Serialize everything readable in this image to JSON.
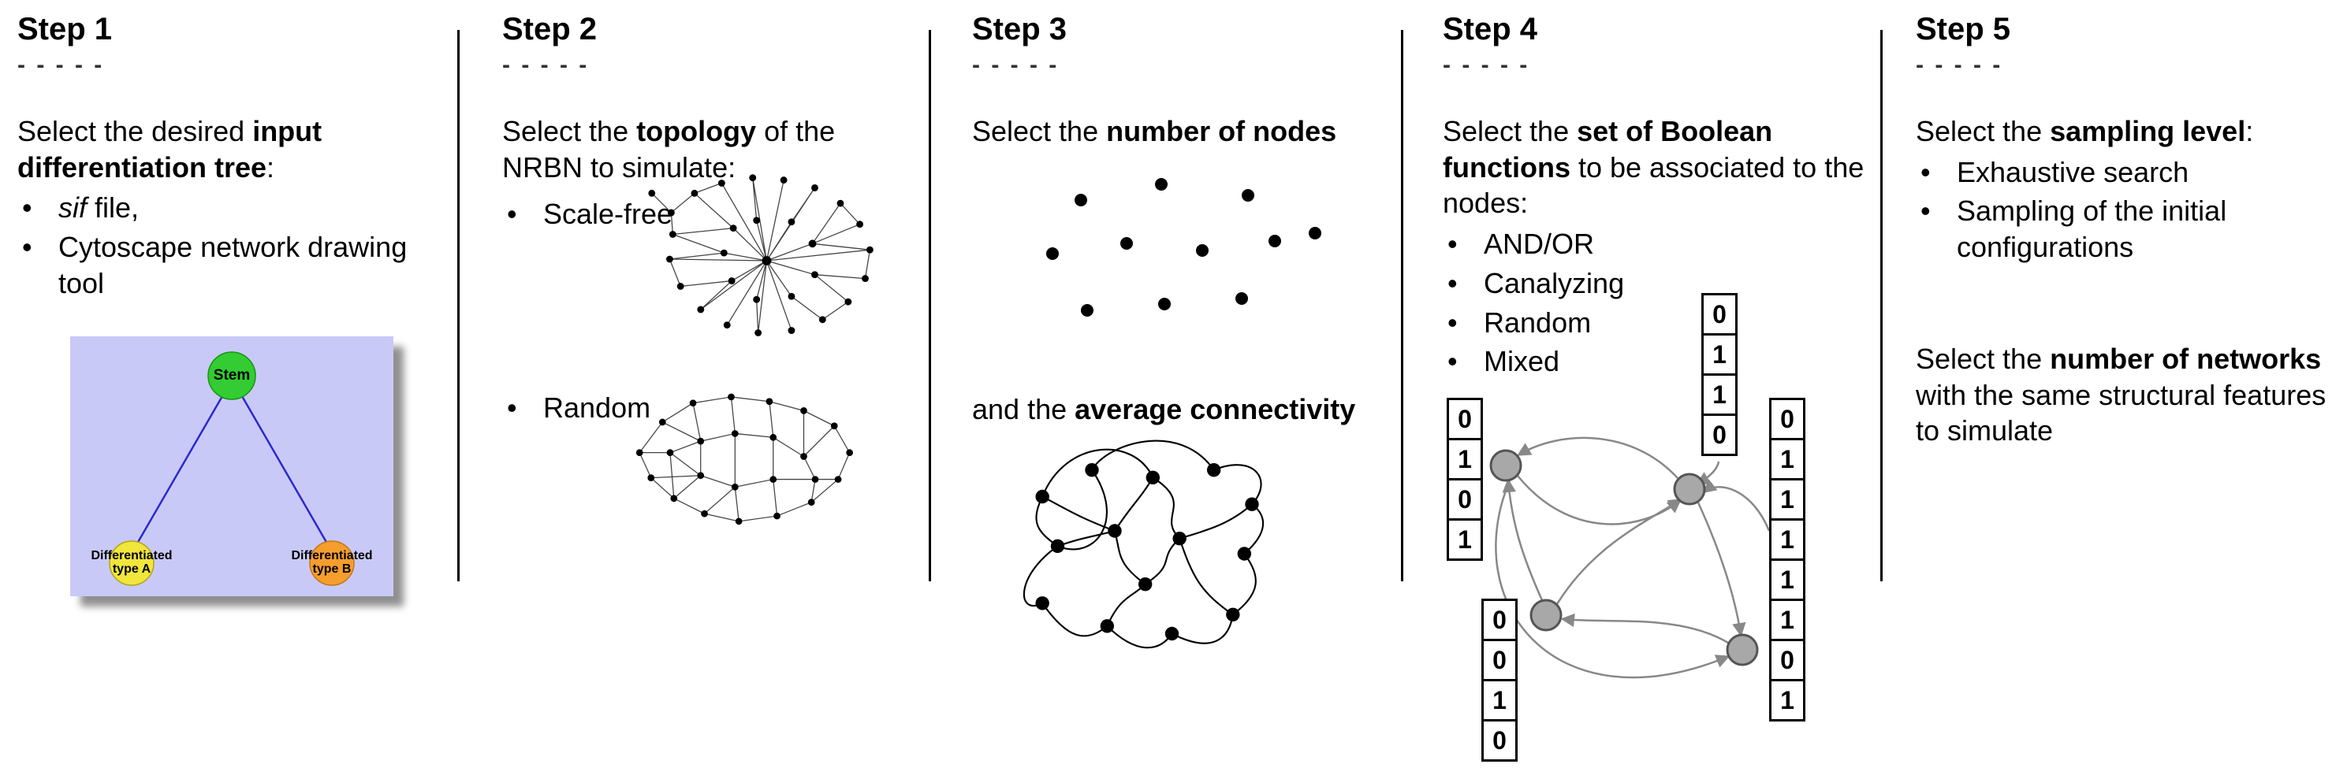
{
  "colors": {
    "tree_background": "#c9c9f8",
    "stem_green": "#33cc33",
    "typeA_yellow": "#f0e63c",
    "typeB_orange": "#f59e2e",
    "tree_edge_blue": "#2a2ace",
    "boolean_node_gray": "#a8a8a8",
    "edge_gray": "#888888"
  },
  "step1": {
    "title": "Step 1",
    "dashes": "- - - - -",
    "intro": {
      "pre": "Select the desired ",
      "bold": "input differentiation tree",
      "post": ":"
    },
    "bullet1": {
      "italic": "sif",
      "rest": " file,"
    },
    "bullet2": "Cytoscape network drawing tool",
    "tree": {
      "root": "Stem",
      "left1": "Differentiated",
      "left2": "type A",
      "right1": "Differentiated",
      "right2": "type B"
    }
  },
  "step2": {
    "title": "Step 2",
    "dashes": "- - - - -",
    "intro": {
      "pre": "Select the ",
      "bold": "topology",
      "post": " of the NRBN to simulate:"
    },
    "bullet1": "Scale-free",
    "bullet2": "Random"
  },
  "step3": {
    "title": "Step 3",
    "dashes": "- - - - -",
    "line1": {
      "pre": "Select the ",
      "bold": "number of nodes",
      "post": ""
    },
    "line2": {
      "pre": "and the ",
      "bold": "average connectivity",
      "post": ""
    }
  },
  "step4": {
    "title": "Step 4",
    "dashes": "- - - - -",
    "intro": {
      "pre": "Select the ",
      "bold": "set of Boolean functions",
      "post": " to be associated to the nodes:"
    },
    "bullets": [
      "AND/OR",
      "Canalyzing",
      "Random",
      "Mixed"
    ],
    "tables": {
      "left": [
        "0",
        "1",
        "0",
        "1"
      ],
      "top": [
        "0",
        "1",
        "1",
        "0"
      ],
      "bottom": [
        "0",
        "0",
        "1",
        "0"
      ],
      "right": [
        "0",
        "1",
        "1",
        "1",
        "1",
        "1",
        "0",
        "1"
      ]
    }
  },
  "step5": {
    "title": "Step 5",
    "dashes": "- - - - -",
    "para1": {
      "pre": "Select the ",
      "bold": "sampling level",
      "post": ":"
    },
    "bullets": [
      "Exhaustive search",
      "Sampling of the initial configurations"
    ],
    "para2": {
      "pre": "Select the ",
      "bold": "number of networks",
      "post": " with the same structural features to simulate"
    }
  }
}
